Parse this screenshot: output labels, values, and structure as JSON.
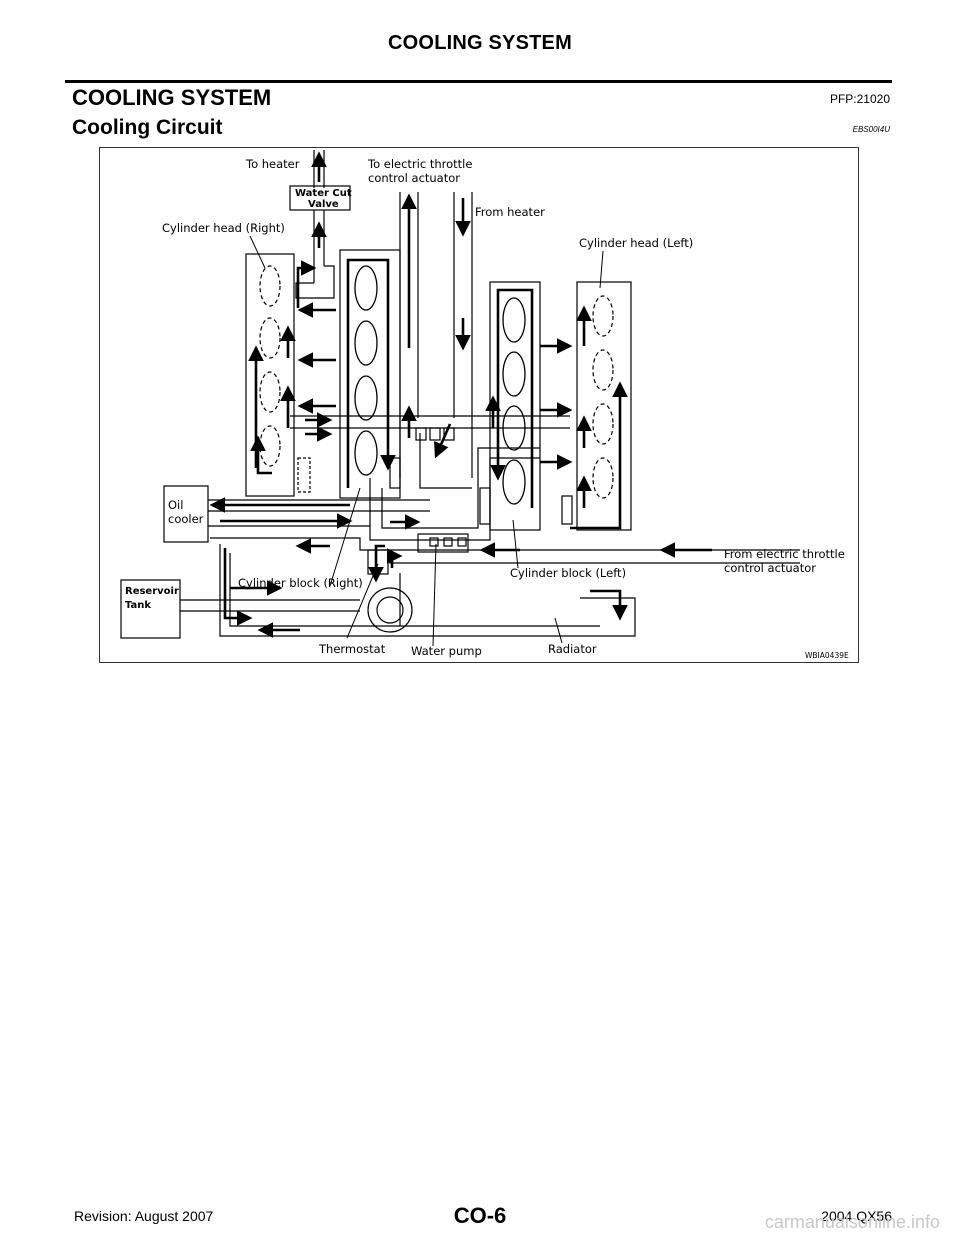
{
  "header": {
    "running_title": "COOLING SYSTEM"
  },
  "section": {
    "title": "COOLING SYSTEM",
    "code": "PFP:21020"
  },
  "subsection": {
    "title": "Cooling Circuit",
    "code": "EBS00I4U"
  },
  "figure": {
    "labels": {
      "to_heater": "To heater",
      "water_cut_valve_1": "Water Cut",
      "water_cut_valve_2": "Valve",
      "to_etc_1": "To electric throttle",
      "to_etc_2": "control actuator",
      "from_heater": "From heater",
      "cyl_head_right": "Cylinder head (Right)",
      "cyl_head_left": "Cylinder head (Left)",
      "oil_1": "Oil",
      "oil_2": "cooler",
      "reservoir_1": "Reservoir",
      "reservoir_2": "Tank",
      "cyl_block_right": "Cylinder block (Right)",
      "cyl_block_left": "Cylinder block (Left)",
      "from_etc_1": "From electric throttle",
      "from_etc_2": "control actuator",
      "thermostat": "Thermostat",
      "water_pump": "Water pump",
      "radiator": "Radiator",
      "figure_id": "WBIA0439E"
    }
  },
  "footer": {
    "revision": "Revision: August 2007",
    "page_number": "CO-6",
    "model": "2004 QX56",
    "watermark": "carmanualsonline.info"
  }
}
